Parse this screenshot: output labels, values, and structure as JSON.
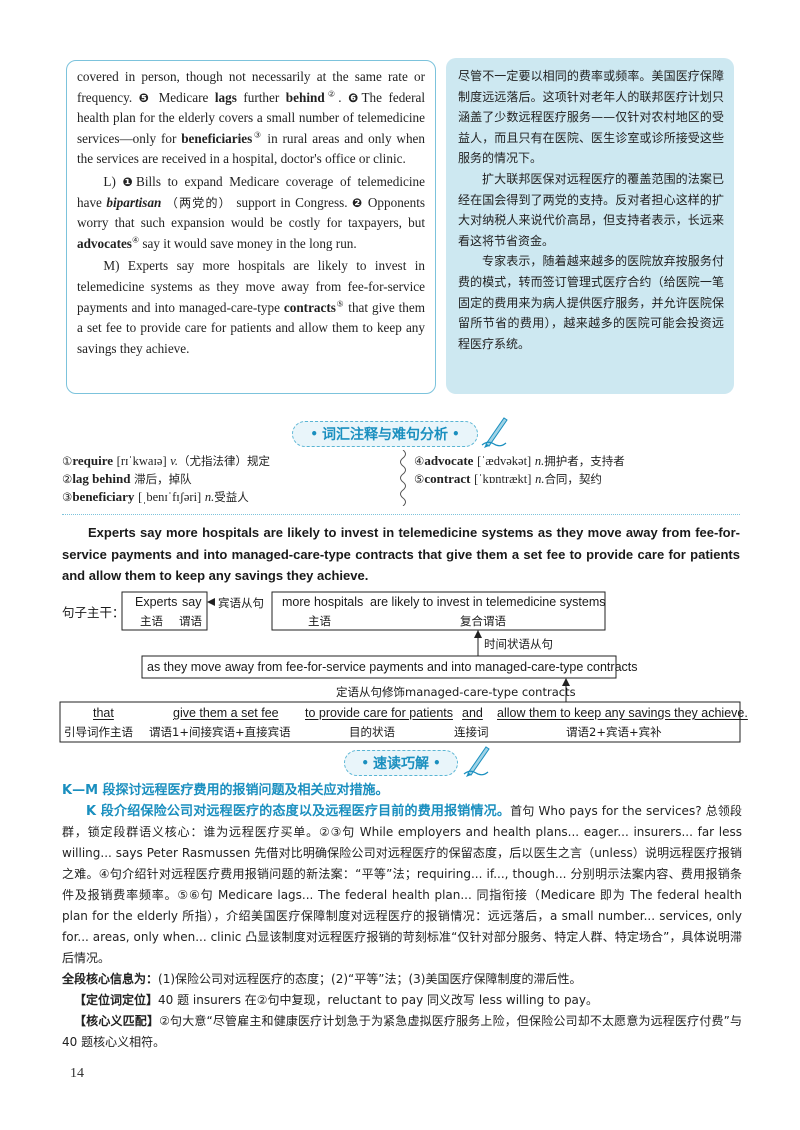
{
  "passage_en": {
    "p_cont_1": "covered in person, though not necessarily at the same rate or frequency.",
    "s5_marker": "❺",
    "s5_pre": "Medicare",
    "s5_word": "lags",
    "s5_mid": "further",
    "s5_word2": "behind",
    "s5_note": "②",
    "s6_marker": "❻",
    "s6_pre": "The federal health plan for the elderly covers a small number of telemedicine services—only for",
    "s6_word": "beneficiaries",
    "s6_note": "③",
    "s6_post": "in rural areas and only when the services are received in a hospital, doctor's office or clinic.",
    "pL_label": "L)",
    "pL_s1_marker": "❶",
    "pL_s1_pre": "Bills to expand Medicare coverage of telemedicine have",
    "pL_s1_word": "bipartisan",
    "pL_s1_gloss": "（两党的）",
    "pL_s1_post": "support in Congress.",
    "pL_s2_marker": "❷",
    "pL_s2_pre": "Opponents worry that such expansion would be costly for taxpayers, but",
    "pL_s2_word": "advocates",
    "pL_s2_note": "④",
    "pL_s2_post": "say it would save money in the long run.",
    "pM_label": "M)",
    "pM_pre": "Experts say more hospitals are likely to invest in telemedicine systems as they move away from fee-for-service payments and into managed-care-type",
    "pM_word": "contracts",
    "pM_note": "⑤",
    "pM_post": "that give them a set fee to provide care for patients and allow them to keep any savings they achieve."
  },
  "passage_cn": {
    "p1": "尽管不一定要以相同的费率或频率。美国医疗保障制度远远落后。这项针对老年人的联邦医疗计划只涵盖了少数远程医疗服务——仅针对农村地区的受益人，而且只有在医院、医生诊室或诊所接受这些服务的情况下。",
    "p2": "扩大联邦医保对远程医疗的覆盖范围的法案已经在国会得到了两党的支持。反对者担心这样的扩大对纳税人来说代价高昂，但支持者表示，长远来看这将节省资金。",
    "p3": "专家表示，随着越来越多的医院放弃按服务付费的模式，转而签订管理式医疗合约（给医院一笔固定的费用来为病人提供医疗服务，并允许医院保留所节省的费用），越来越多的医院可能会投资远程医疗系统。"
  },
  "section1": {
    "title": "词汇注释与难句分析"
  },
  "vocab": [
    {
      "no": "①",
      "word": "require",
      "phon": "[rɪˈkwaɪə]",
      "pos": "v.",
      "def": "（尤指法律）规定"
    },
    {
      "no": "②",
      "word": "lag behind",
      "phon": "",
      "pos": "",
      "def": "滞后，掉队"
    },
    {
      "no": "③",
      "word": "beneficiary",
      "phon": "[ˌbenɪˈfɪʃəri]",
      "pos": "n.",
      "def": "受益人"
    },
    {
      "no": "④",
      "word": "advocate",
      "phon": "[ˈædvəkət]",
      "pos": "n.",
      "def": "拥护者，支持者"
    },
    {
      "no": "⑤",
      "word": "contract",
      "phon": "[ˈkɒntrækt]",
      "pos": "n.",
      "def": "合同，契约"
    }
  ],
  "long_sentence": "Experts say more hospitals are likely to invest in telemedicine systems as they move away from fee-for-service payments and into managed-care-type contracts that give them a set fee to provide care for patients and allow them to keep any savings they achieve.",
  "diagram": {
    "main_label": "句子主干：",
    "experts": "Experts",
    "say": "say",
    "subj": "主语",
    "pred": "谓语",
    "object_clause": "宾语从句",
    "more_hospitals": "more hospitals",
    "are_likely": "are likely to invest in telemedicine systems",
    "subj2": "主语",
    "compound_pred": "复合谓语",
    "time_clause": "时间状语从句",
    "as_clause": "as they move away from fee-for-service payments and into managed-care-type contracts",
    "attr_clause": "定语从句修饰managed-care-type contracts",
    "that": "that",
    "give": "give them a set fee",
    "to_provide": "to provide care for patients",
    "and": "and",
    "allow": "allow them to keep any savings they achieve.",
    "lab_that": "引导词作主语",
    "lab_give": "谓语1+间接宾语+直接宾语",
    "lab_purpose": "目的状语",
    "lab_conj": "连接词",
    "lab_allow": "谓语2+宾语+宾补"
  },
  "section2": {
    "title": "速读巧解"
  },
  "body": {
    "km": "K—M 段探讨远程医疗费用的报销问题及相关应对措施。",
    "k_head": "K 段介绍保险公司对远程医疗的态度以及远程医疗目前的费用报销情况。",
    "k_text": "首句 Who pays for the services? 总领段群，锁定段群语义核心：谁为远程医疗买单。②③句 While employers and health plans... eager... insurers... far less willing... says Peter Rasmussen 先借对比明确保险公司对远程医疗的保留态度，后以医生之言（unless）说明远程医疗报销之难。④句介绍针对远程医疗费用报销问题的新法案：“平等”法；requiring... if..., though... 分别明示法案内容、费用报销条件及报销费率频率。⑤⑥句 Medicare lags... The federal health plan... 同指衔接（Medicare 即为 The federal health plan for the elderly 所指），介绍美国医疗保障制度对远程医疗的报销情况：远远落后，a small number... services, only for... areas, only when... clinic 凸显该制度对远程医疗报销的苛刻标准“仅针对部分服务、特定人群、特定场合”，具体说明滞后情况。",
    "core_label": "全段核心信息为：",
    "core_text": "(1)保险公司对远程医疗的态度；(2)“平等”法；(3)美国医疗保障制度的滞后性。",
    "loc_label": "【定位词定位】",
    "loc_text": "40 题 insurers 在②句中复现，reluctant to pay 同义改写 less willing to pay。",
    "core_match_label": "【核心义匹配】",
    "core_match_text": "②句大意“尽管雇主和健康医疗计划急于为紧急虚拟医疗服务上险，但保险公司却不太愿意为远程医疗付费”与 40 题核心义相符。"
  },
  "page_number": "14",
  "colors": {
    "accent": "#1a8fbf",
    "box_border": "#7cc3dc",
    "cn_box_bg": "#cde8f1"
  }
}
